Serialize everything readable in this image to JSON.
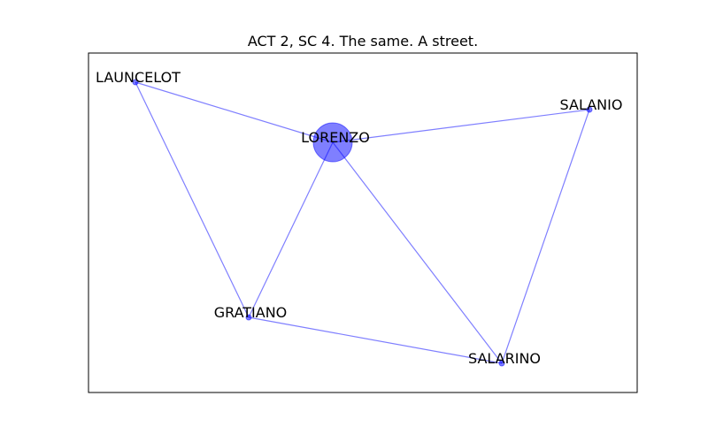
{
  "title": "ACT 2, SC 4. The same. A street.",
  "colors": {
    "edge": "#0000ff",
    "node": "#0000ff",
    "frame": "#000000",
    "text": "#000000"
  },
  "nodes": [
    {
      "id": "LAUNCELOT",
      "label": "LAUNCELOT",
      "weight": 1
    },
    {
      "id": "LORENZO",
      "label": "LORENZO",
      "weight": 8
    },
    {
      "id": "SALANIO",
      "label": "SALANIO",
      "weight": 1
    },
    {
      "id": "GRATIANO",
      "label": "GRATIANO",
      "weight": 1
    },
    {
      "id": "SALARINO",
      "label": "SALARINO",
      "weight": 1
    }
  ],
  "edges": [
    [
      "LAUNCELOT",
      "LORENZO"
    ],
    [
      "LAUNCELOT",
      "GRATIANO"
    ],
    [
      "LORENZO",
      "SALANIO"
    ],
    [
      "LORENZO",
      "GRATIANO"
    ],
    [
      "LORENZO",
      "SALARINO"
    ],
    [
      "SALANIO",
      "SALARINO"
    ],
    [
      "GRATIANO",
      "SALARINO"
    ]
  ]
}
